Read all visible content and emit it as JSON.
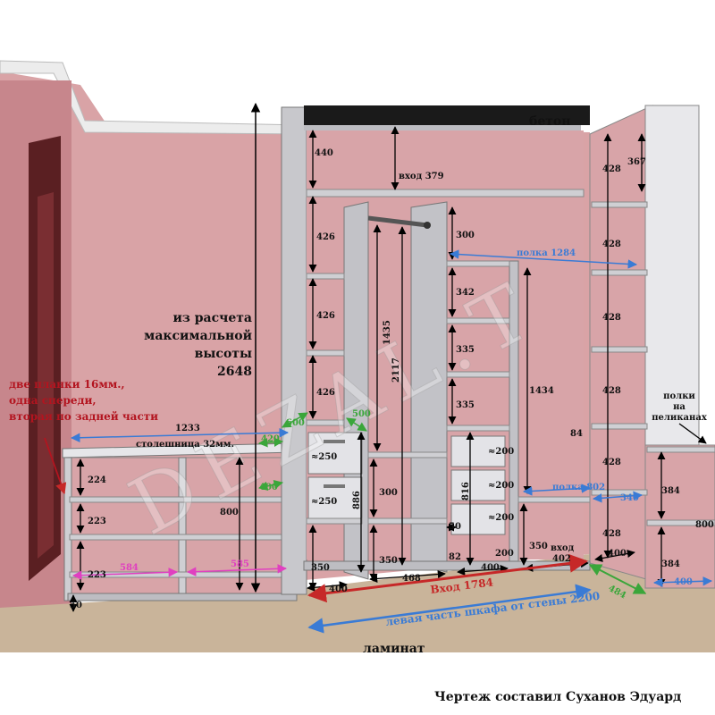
{
  "labels": {
    "concrete": "бетон",
    "laminate": "ламинат",
    "calc_note": [
      "из расчета",
      "максимальной",
      "высоты",
      "2648"
    ],
    "planks_note": [
      "две планки 16мм.,",
      "одна спереди,",
      "вторая по задней части"
    ],
    "countertop": "столешница 32мм.",
    "shelves_note": [
      "полки",
      "на",
      "пеликанах"
    ],
    "watermark": "DEZAL.T",
    "credit": "Чертеж составил Суханов Эдуард"
  },
  "dims": {
    "left_cabinet": [
      "1233",
      "224",
      "223",
      "223",
      "584",
      "585",
      "800",
      "50"
    ],
    "tabletop_depth": [
      "420",
      "400",
      "600",
      "500"
    ],
    "left_section": [
      "440",
      "426",
      "426",
      "426",
      "≈250",
      "≈250",
      "350",
      "400"
    ],
    "entry": [
      "вход 379",
      "1435",
      "2117",
      "886",
      "300",
      "350",
      "468"
    ],
    "center": [
      "300",
      "342",
      "335",
      "335",
      "816",
      "50",
      "82",
      "400",
      "≈200",
      "≈200",
      "≈200",
      "200",
      "1434",
      "350"
    ],
    "shelf_1284": "полка 1284",
    "shelf_802": "полка 802",
    "entry_402": [
      "вход",
      "402"
    ],
    "right_column": [
      "367",
      "428",
      "428",
      "428",
      "428",
      "428",
      "428",
      "400",
      "340",
      "84",
      "484"
    ],
    "far_right": [
      "384",
      "384",
      "800",
      "400"
    ],
    "entrance": "Вход 1784",
    "wall_dist": "левая часть шкафа от стены 2200"
  },
  "colors": {
    "wall": "#d9a3a6",
    "floor": "#c9b49a",
    "panel": "#cfcfd3",
    "arrow_blue": "#3a7bd5",
    "arrow_green": "#3aa63a",
    "arrow_red": "#c62828",
    "arrow_pink": "#e040c0",
    "note_red": "#b3141f"
  }
}
